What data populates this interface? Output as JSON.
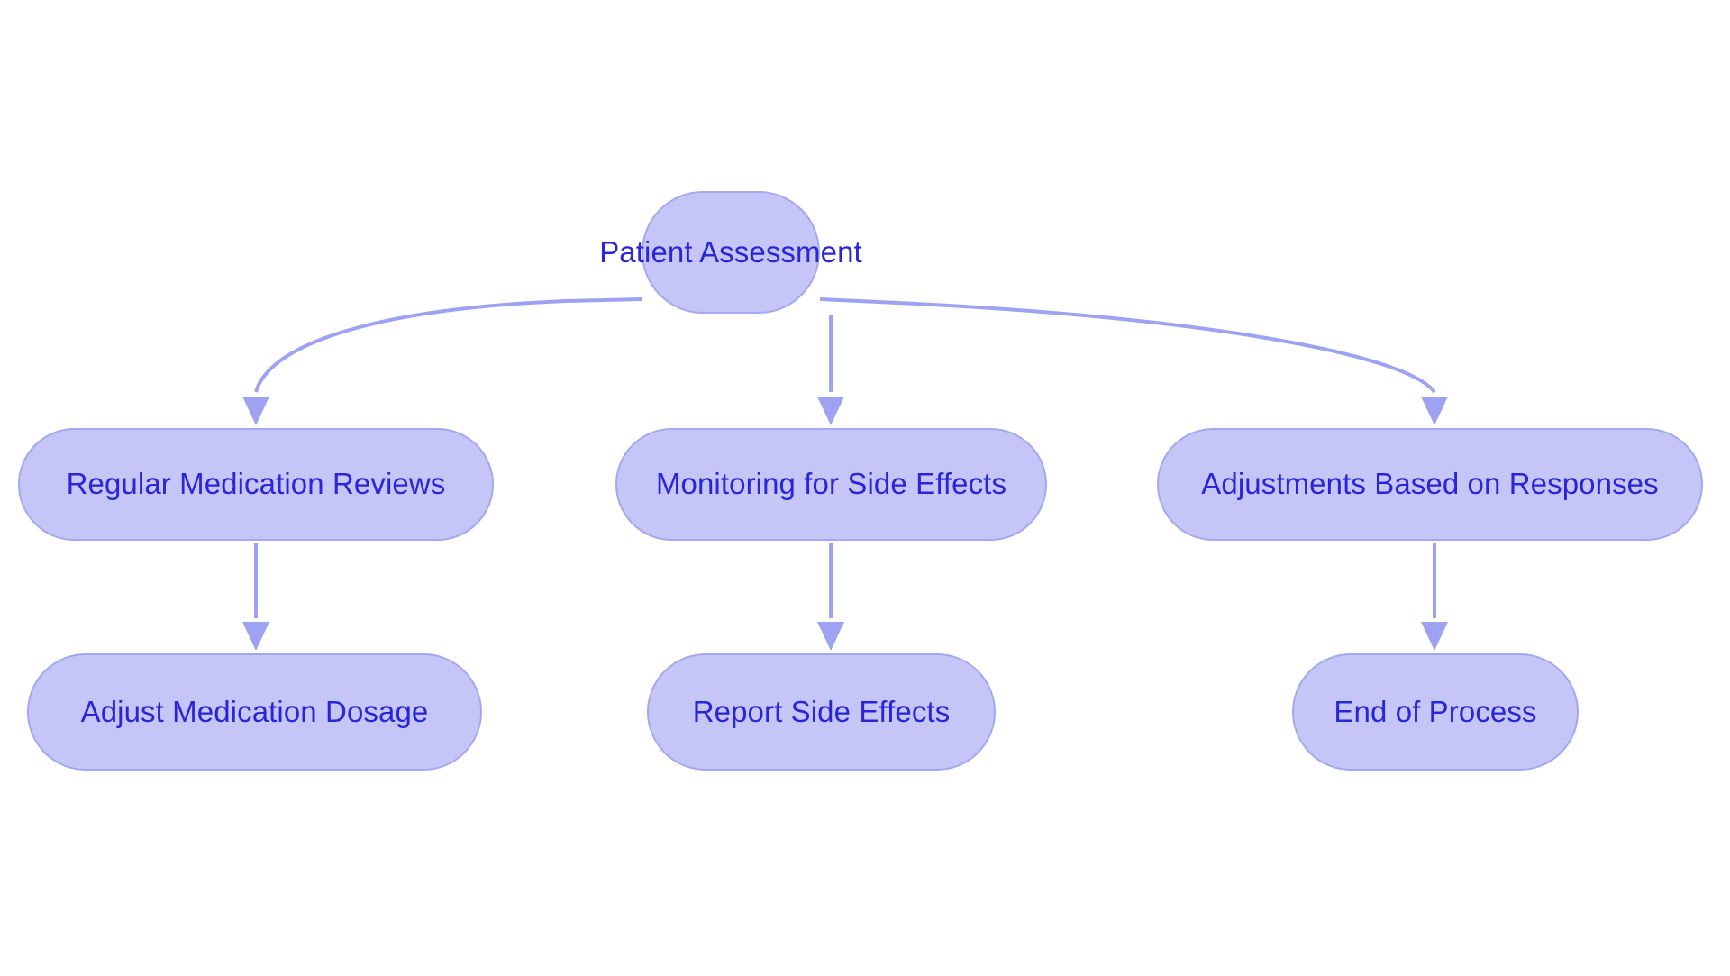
{
  "diagram": {
    "type": "flowchart",
    "direction": "top-down",
    "background": "#ffffff",
    "node_fill": "#c5c6f7",
    "node_border": "#a3a8f0",
    "node_text_color": "#2a25d9",
    "edge_color": "#9da2f2",
    "nodes": [
      {
        "id": "patient_assessment",
        "label": "Patient Assessment",
        "row": 1,
        "column": 2
      },
      {
        "id": "regular_reviews",
        "label": "Regular Medication Reviews",
        "row": 2,
        "column": 1
      },
      {
        "id": "monitoring",
        "label": "Monitoring for Side Effects",
        "row": 2,
        "column": 2
      },
      {
        "id": "adjustments",
        "label": "Adjustments Based on Responses",
        "row": 2,
        "column": 3
      },
      {
        "id": "adjust_dosage",
        "label": "Adjust Medication Dosage",
        "row": 3,
        "column": 1
      },
      {
        "id": "report_side_effects",
        "label": "Report Side Effects",
        "row": 3,
        "column": 2
      },
      {
        "id": "end_of_process",
        "label": "End of Process",
        "row": 3,
        "column": 3
      }
    ],
    "edges": [
      {
        "from": "patient_assessment",
        "to": "regular_reviews",
        "style": "curved",
        "arrow": "end"
      },
      {
        "from": "patient_assessment",
        "to": "monitoring",
        "style": "straight",
        "arrow": "end"
      },
      {
        "from": "patient_assessment",
        "to": "adjustments",
        "style": "curved",
        "arrow": "end"
      },
      {
        "from": "regular_reviews",
        "to": "adjust_dosage",
        "style": "straight",
        "arrow": "end"
      },
      {
        "from": "monitoring",
        "to": "report_side_effects",
        "style": "straight",
        "arrow": "end"
      },
      {
        "from": "adjustments",
        "to": "end_of_process",
        "style": "straight",
        "arrow": "end"
      }
    ]
  }
}
